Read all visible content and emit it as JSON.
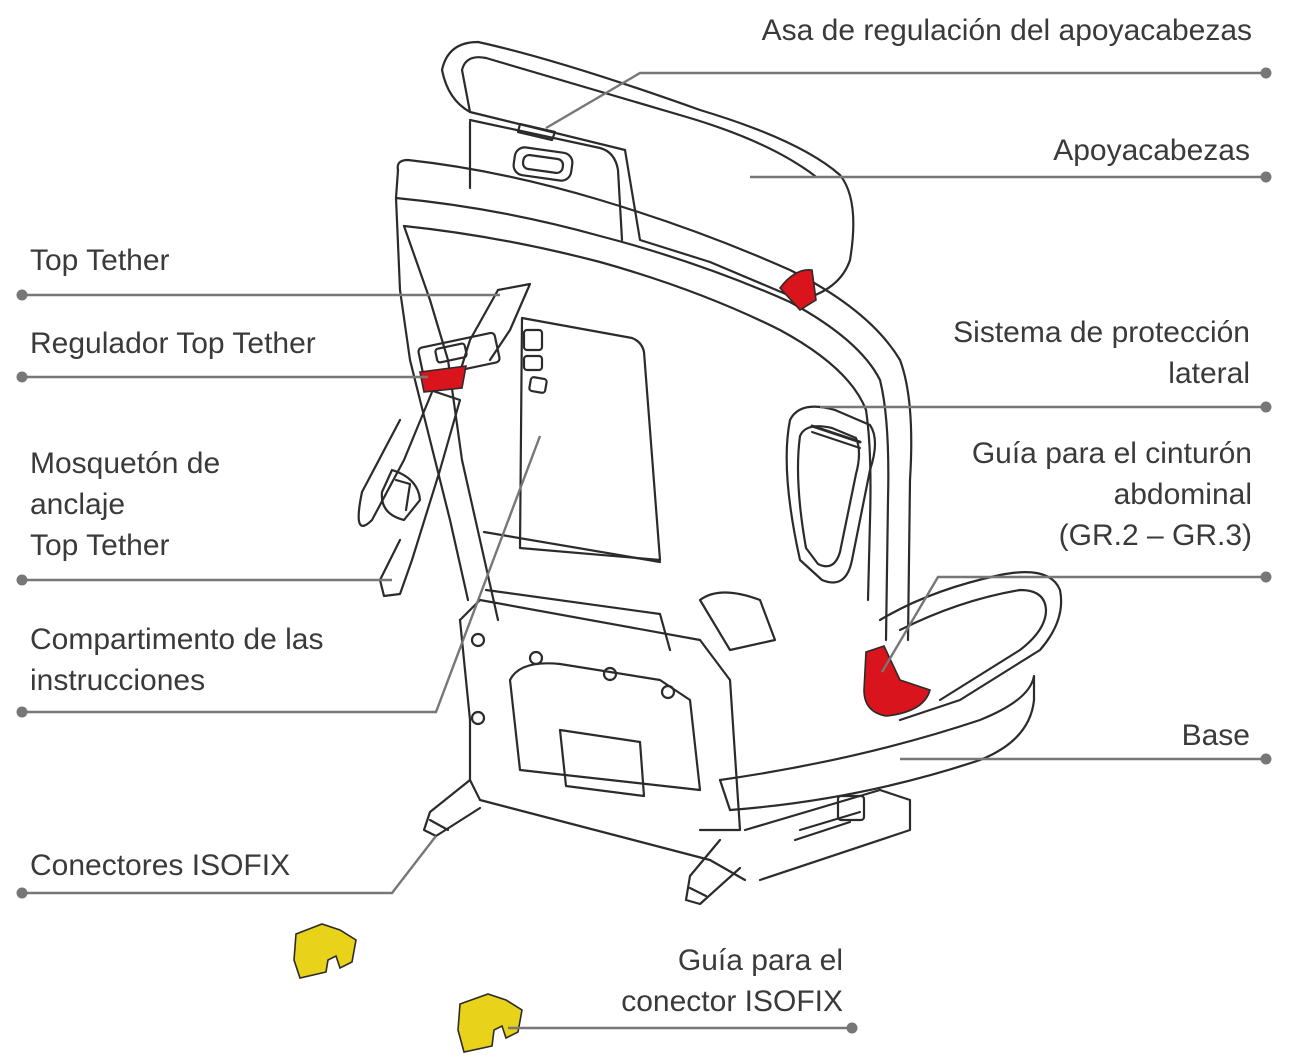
{
  "labels": {
    "headrest_handle": "Asa de regulación del apoyacabezas",
    "headrest": "Apoyacabezas",
    "top_tether": "Top Tether",
    "top_tether_adjuster": "Regulador Top Tether",
    "tether_hook": [
      "Mosquetón de",
      "anclaje",
      "Top Tether"
    ],
    "side_protection": [
      "Sistema de protección",
      "lateral"
    ],
    "lap_belt_guide": [
      "Guía para el cinturón",
      "abdominal",
      "(GR.2 – GR.3)"
    ],
    "instructions_compartment": [
      "Compartimento de las",
      "instrucciones"
    ],
    "base": "Base",
    "isofix_connectors": "Conectores ISOFIX",
    "isofix_guide": [
      "Guía para el",
      "conector ISOFIX"
    ]
  },
  "colors": {
    "text": "#3a3a3a",
    "leader": "#777777",
    "outline": "#2b2b2b",
    "accent_red": "#d9141c",
    "guide_yellow": "#e8d21a"
  }
}
